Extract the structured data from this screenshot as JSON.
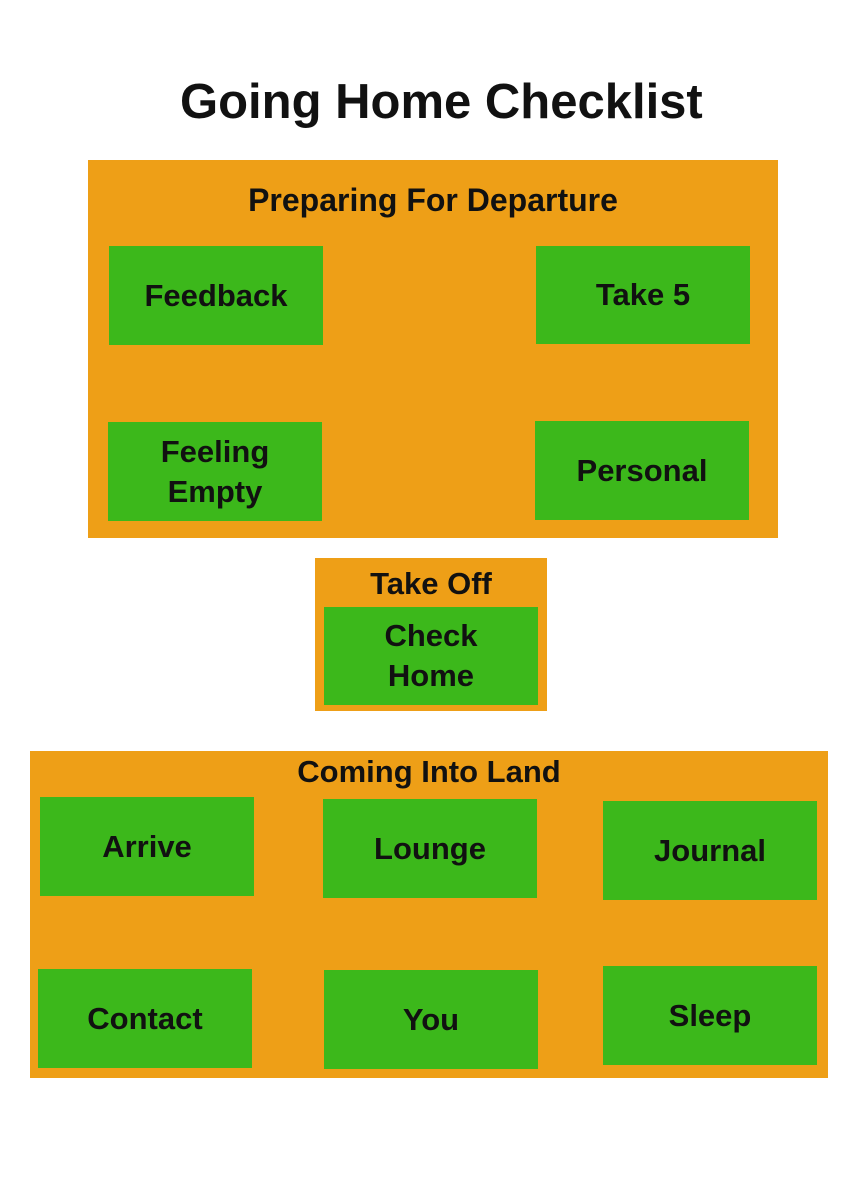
{
  "title": "Going Home Checklist",
  "sections": [
    {
      "title": "Preparing For Departure",
      "items": [
        "Feedback",
        "Take 5",
        "Feeling\nEmpty",
        "Personal"
      ]
    },
    {
      "title": "Take Off",
      "items": [
        "Check\nHome"
      ]
    },
    {
      "title": "Coming Into Land",
      "items": [
        "Arrive",
        "Lounge",
        "Journal",
        "Contact",
        "You",
        "Sleep"
      ]
    }
  ],
  "colors": {
    "section_fill": "#ee9f17",
    "card_fill": "#3cb81b",
    "text": "#111111",
    "background": "#ffffff"
  }
}
